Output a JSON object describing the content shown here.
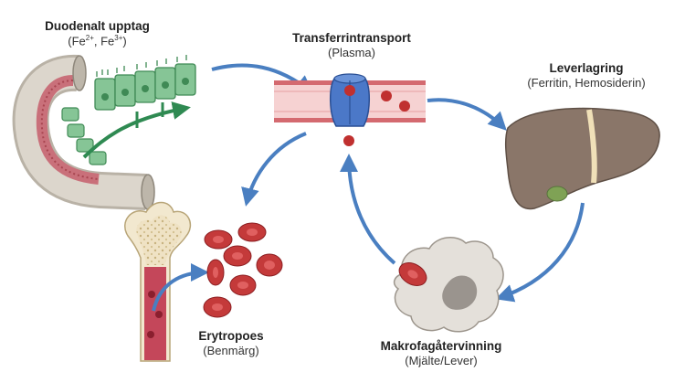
{
  "nodes": {
    "duodenum": {
      "title": "Duodenalt upptag",
      "subtitle_prefix": "(Fe",
      "ion1_sup": "2+",
      "sep": ", Fe",
      "ion2_sup": "3+",
      "subtitle_suffix": ")"
    },
    "transport": {
      "title": "Transferrintransport",
      "subtitle": "(Plasma)"
    },
    "liver": {
      "title": "Leverlagring",
      "subtitle": "(Ferritin, Hemosiderin)"
    },
    "erythro": {
      "title": "Erytropoes",
      "subtitle": "(Benmärg)"
    },
    "macro": {
      "title": "Makrofagåtervinning",
      "subtitle": "(Mjälte/Lever)"
    }
  },
  "colors": {
    "arrow": "#4a7fc1",
    "vessel": "#f2c5c5",
    "vessel_edge": "#c9575d",
    "transferrin": "#4b78c8",
    "rbc": "#c0302f",
    "liver": "#8a7669",
    "gallbladder": "#7fa255",
    "enterocyte": "#7fbf8f",
    "macrophage": "#e2ded8"
  },
  "icons": [
    "duodenum-icon",
    "enterocyte-icon",
    "vessel-icon",
    "transferrin-icon",
    "liver-icon",
    "bone-icon",
    "red-blood-cells-icon",
    "macrophage-icon",
    "cycle-arrow-icon"
  ]
}
